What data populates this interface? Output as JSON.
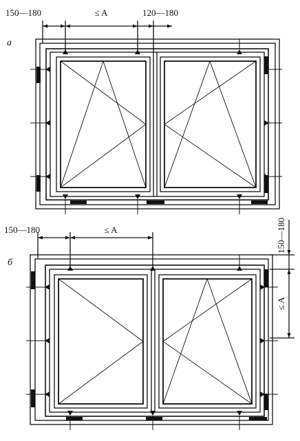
{
  "colors": {
    "ink": "#111111",
    "paper": "#ffffff"
  },
  "figures": [
    {
      "label": "а",
      "dims": {
        "left": "150—180",
        "middle": "≤ A",
        "right": "120—180"
      },
      "sashes": [
        "tilt-turn-right-hinged",
        "tilt-turn-left-hinged"
      ]
    },
    {
      "label": "б",
      "dims": {
        "left": "150—180",
        "middle": "≤ A",
        "vertical_top": "150—180",
        "vertical_middle": "≤ A"
      },
      "sashes": [
        "turn-right-hinged",
        "tilt-turn-left-hinged"
      ]
    }
  ]
}
